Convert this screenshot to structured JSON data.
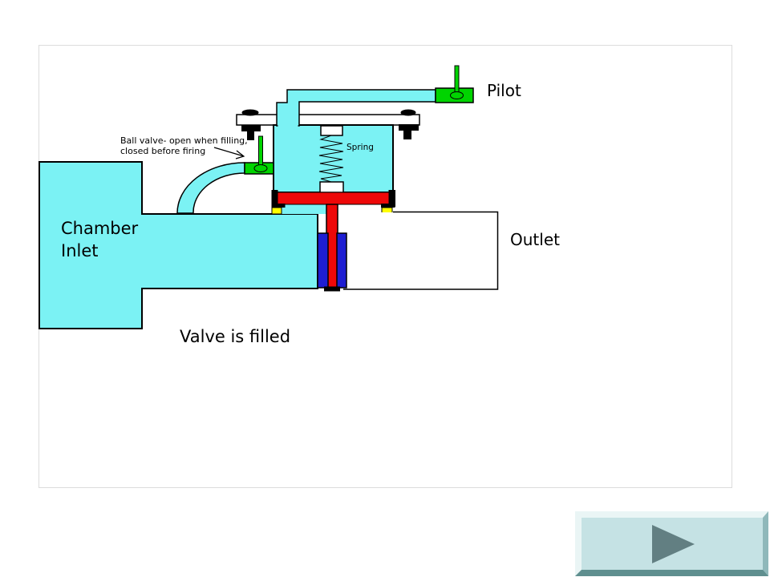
{
  "slide": {
    "labels": {
      "ball_valve_note_line1": "Ball valve- open when filling,",
      "ball_valve_note_line2": "closed before firing",
      "pilot": "Pilot",
      "spring": "Spring",
      "chamber_inlet_line1": "Chamber",
      "chamber_inlet_line2": "Inlet",
      "outlet": "Outlet",
      "caption": "Valve is filled"
    },
    "colors": {
      "fluid_cyan": "#7bf2f4",
      "valve_green": "#00d400",
      "piston_red": "#ee0808",
      "seal_blue": "#1e1ed2",
      "seat_yellow": "#ffff00",
      "pipe_white": "#ffffff",
      "outline_black": "#000000"
    }
  },
  "nav": {
    "next_button": {
      "icon": "play-triangle",
      "face_color": "#c5e2e4",
      "bevel_light": "#eaf5f5",
      "bevel_dark": "#5f8f8f",
      "triangle_color": "#627f82"
    }
  }
}
